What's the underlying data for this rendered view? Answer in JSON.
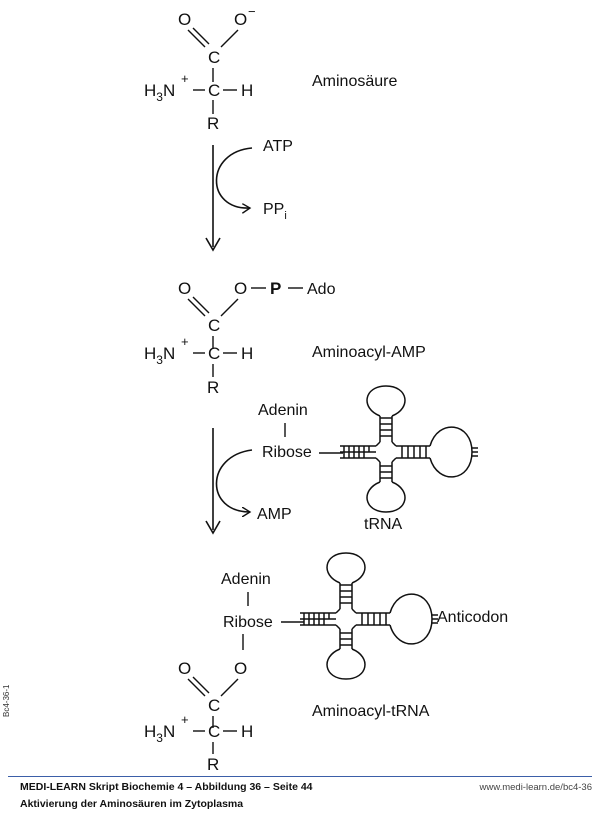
{
  "chem": {
    "O": "O",
    "O_minus": "O",
    "minus": "−",
    "C": "C",
    "H": "H",
    "R": "R",
    "H3N_H": "H",
    "H3N_sub": "3",
    "H3N_N": "N",
    "plus": "+",
    "P": "P",
    "Ado": "Ado"
  },
  "labels": {
    "aminosaeure": "Aminosäure",
    "atp": "ATP",
    "ppi_main": "PP",
    "ppi_sub": "i",
    "aminoacyl_amp": "Aminoacyl-AMP",
    "adenin_1": "Adenin",
    "ribose_1": "Ribose",
    "amp": "AMP",
    "trna": "tRNA",
    "adenin_2": "Adenin",
    "ribose_2": "Ribose",
    "anticodon": "Anticodon",
    "aminoacyl_trna": "Aminoacyl-tRNA"
  },
  "side_code": "Bc4-36-1",
  "footer": {
    "title": "MEDI-LEARN Skript Biochemie 4 – Abbildung 36 – Seite 44",
    "url": "www.medi-learn.de/bc4-36",
    "caption": "Aktivierung der Aminosäuren im Zytoplasma"
  }
}
